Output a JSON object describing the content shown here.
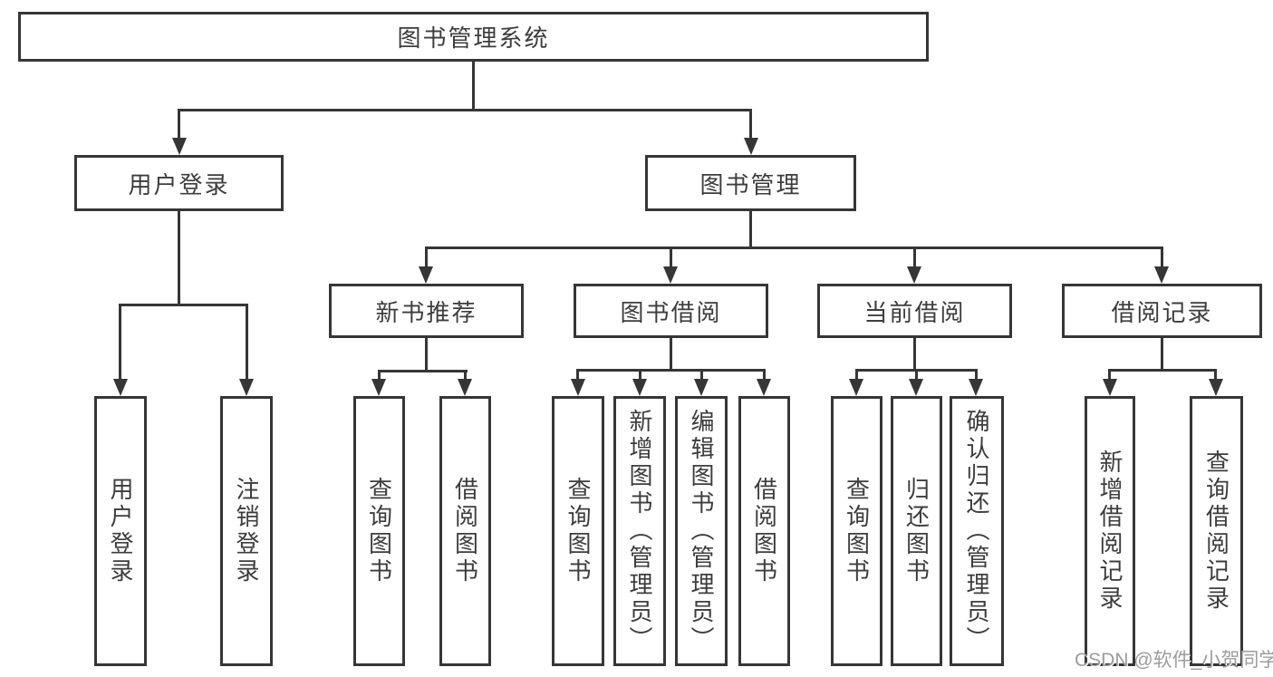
{
  "diagram": {
    "root": {
      "label": "图书管理系统"
    },
    "level2": [
      {
        "label": "用户登录"
      },
      {
        "label": "图书管理"
      }
    ],
    "level3": [
      {
        "label": "新书推荐"
      },
      {
        "label": "图书借阅"
      },
      {
        "label": "当前借阅"
      },
      {
        "label": "借阅记录"
      }
    ],
    "leaves": [
      {
        "label": "用户登录"
      },
      {
        "label": "注销登录"
      },
      {
        "label": "查询图书"
      },
      {
        "label": "借阅图书"
      },
      {
        "label": "查询图书"
      },
      {
        "label": "新增图书（管理员）"
      },
      {
        "label": "编辑图书（管理员）"
      },
      {
        "label": "借阅图书"
      },
      {
        "label": "查询图书"
      },
      {
        "label": "归还图书"
      },
      {
        "label": "确认归还（管理员）"
      },
      {
        "label": "新增借阅记录"
      },
      {
        "label": "查询借阅记录"
      }
    ]
  },
  "watermark": {
    "text": "CSDN @软件_小贺同学"
  },
  "colors": {
    "line": "#363636",
    "text": "#3d3d3d",
    "watermark": "#9c9c9c",
    "background": "#ffffff"
  }
}
